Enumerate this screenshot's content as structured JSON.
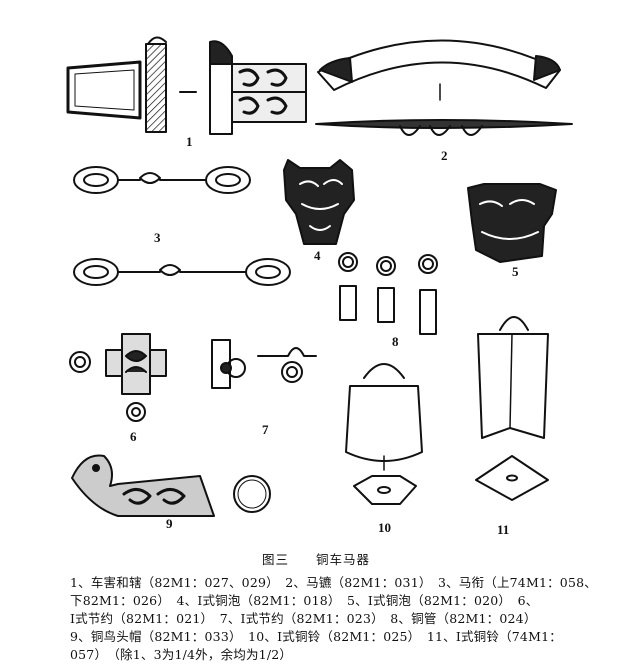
{
  "figure": {
    "numbers": {
      "n1": "1",
      "n2": "2",
      "n3": "3",
      "n4": "4",
      "n5": "5",
      "n6": "6",
      "n7": "7",
      "n8": "8",
      "n9": "9",
      "n10": "10",
      "n11": "11"
    }
  },
  "caption": {
    "title": "图三　　铜车马器",
    "lines": [
      "1、车害和辖（82M1：027、029）　2、马镳（82M1：031）　3、马衔（上74M1：058、",
      "下82M1：026）　4、Ⅰ式铜泡（82M1：018）　5、Ⅰ式铜泡（82M1：020）　6、",
      "Ⅰ式节约（82M1：021）　7、Ⅰ式节约（82M1：023）　8、铜管（82M1：024）",
      "9、铜鸟头帽（82M1：033）　10、Ⅰ式铜铃（82M1：025）　11、Ⅰ式铜铃（74M1：",
      "057）　（除1、3为1/4外，余均为1/2）"
    ]
  }
}
